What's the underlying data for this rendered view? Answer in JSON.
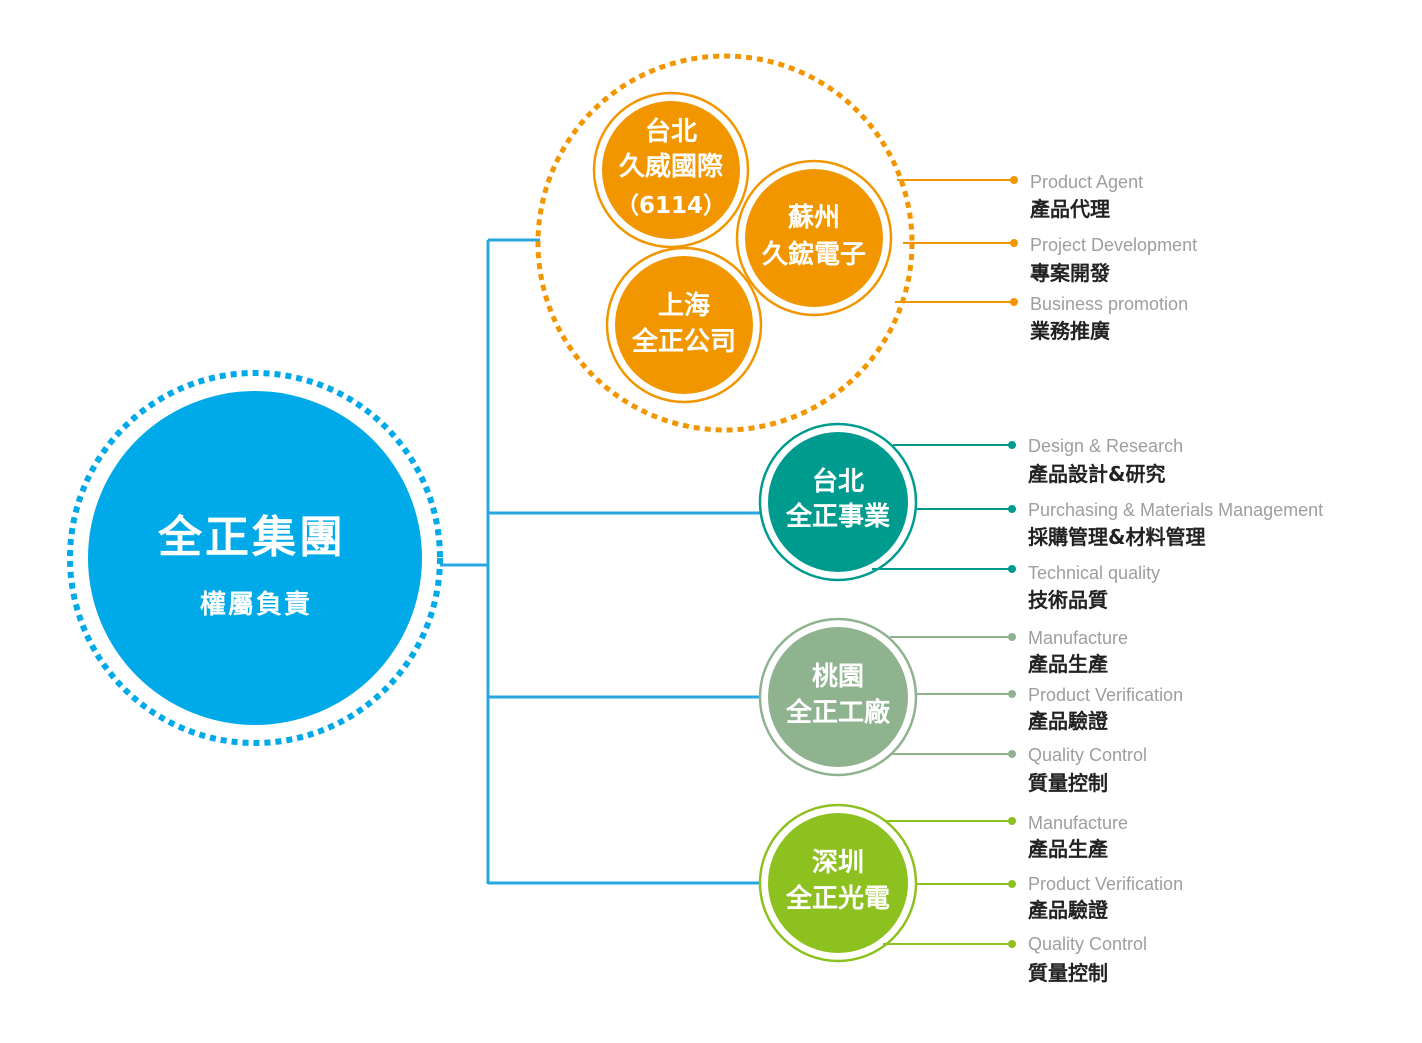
{
  "root": {
    "title": "全正集團",
    "subtitle": "權屬負責",
    "color": "#00a9e8",
    "ring_color": "#00a9e8"
  },
  "connector_color": "#27a7e0",
  "groups": [
    {
      "id": "agency",
      "color": "#f29600",
      "circles": [
        {
          "lines": [
            "台北",
            "久威國際",
            "（6114）"
          ]
        },
        {
          "lines": [
            "蘇州",
            "久鋐電子"
          ]
        },
        {
          "lines": [
            "上海",
            "全正公司"
          ]
        }
      ],
      "items": [
        {
          "en": "Product Agent",
          "zh": "產品代理"
        },
        {
          "en": "Project Development",
          "zh": "專案開發"
        },
        {
          "en": "Business promotion",
          "zh": "業務推廣"
        }
      ]
    },
    {
      "id": "taipei",
      "color": "#009b8f",
      "lines": [
        "台北",
        "全正事業"
      ],
      "items": [
        {
          "en": "Design & Research",
          "zh": "產品設計&研究"
        },
        {
          "en": "Purchasing & Materials Management",
          "zh": "採購管理&材料管理"
        },
        {
          "en": "Technical quality",
          "zh": "技術品質"
        }
      ]
    },
    {
      "id": "taoyuan",
      "color": "#8fb28f",
      "lines": [
        "桃園",
        "全正工廠"
      ],
      "items": [
        {
          "en": "Manufacture",
          "zh": "產品生產"
        },
        {
          "en": "Product Verification",
          "zh": "產品驗證"
        },
        {
          "en": "Quality Control",
          "zh": "質量控制"
        }
      ]
    },
    {
      "id": "shenzhen",
      "color": "#8dc11f",
      "lines": [
        "深圳",
        "全正光電"
      ],
      "items": [
        {
          "en": "Manufacture",
          "zh": "產品生產"
        },
        {
          "en": "Product Verification",
          "zh": "產品驗證"
        },
        {
          "en": "Quality Control",
          "zh": "質量控制"
        }
      ]
    }
  ]
}
